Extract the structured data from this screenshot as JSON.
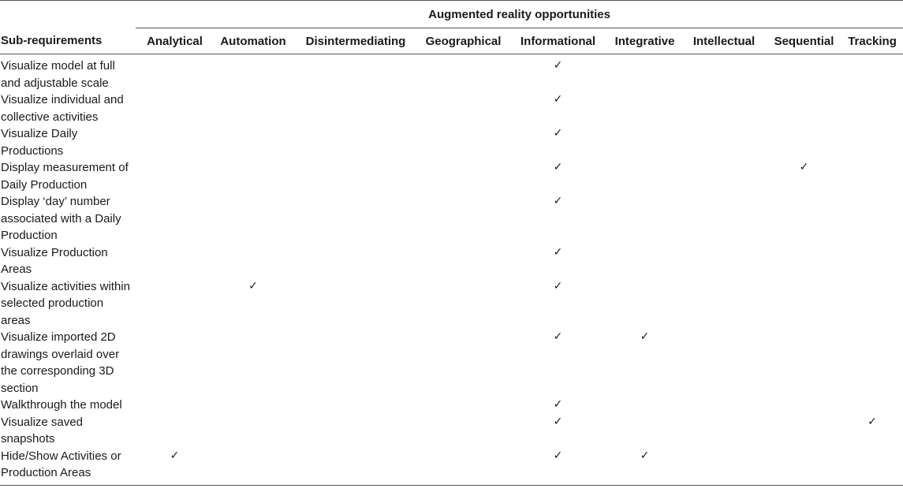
{
  "table": {
    "group_header": "Augmented reality opportunities",
    "first_column_header": "Sub-requirements",
    "columns": [
      "Analytical",
      "Automation",
      "Disintermediating",
      "Geographical",
      "Informational",
      "Integrative",
      "Intellectual",
      "Sequential",
      "Tracking"
    ],
    "check_symbol": "✓",
    "rows": [
      {
        "requirement": "Visualize model at full and adjustable scale",
        "marks": [
          false,
          false,
          false,
          false,
          true,
          false,
          false,
          false,
          false
        ]
      },
      {
        "requirement": "Visualize individual and collective activities",
        "marks": [
          false,
          false,
          false,
          false,
          true,
          false,
          false,
          false,
          false
        ]
      },
      {
        "requirement": "Visualize Daily Productions",
        "marks": [
          false,
          false,
          false,
          false,
          true,
          false,
          false,
          false,
          false
        ]
      },
      {
        "requirement": "Display measurement of Daily Production",
        "marks": [
          false,
          false,
          false,
          false,
          true,
          false,
          false,
          true,
          false
        ]
      },
      {
        "requirement": "Display ‘day’ number associated with a Daily Production",
        "marks": [
          false,
          false,
          false,
          false,
          true,
          false,
          false,
          false,
          false
        ]
      },
      {
        "requirement": "Visualize Production Areas",
        "marks": [
          false,
          false,
          false,
          false,
          true,
          false,
          false,
          false,
          false
        ]
      },
      {
        "requirement": "Visualize activities within selected production areas",
        "marks": [
          false,
          true,
          false,
          false,
          true,
          false,
          false,
          false,
          false
        ]
      },
      {
        "requirement": "Visualize imported 2D drawings overlaid over the corresponding 3D section",
        "marks": [
          false,
          false,
          false,
          false,
          true,
          true,
          false,
          false,
          false
        ]
      },
      {
        "requirement": "Walkthrough the model",
        "marks": [
          false,
          false,
          false,
          false,
          true,
          false,
          false,
          false,
          false
        ]
      },
      {
        "requirement": "Visualize saved snapshots",
        "marks": [
          false,
          false,
          false,
          false,
          true,
          false,
          false,
          false,
          true
        ]
      },
      {
        "requirement": "Hide/Show Activities or Production Areas",
        "marks": [
          true,
          false,
          false,
          false,
          true,
          true,
          false,
          false,
          false
        ]
      }
    ]
  }
}
